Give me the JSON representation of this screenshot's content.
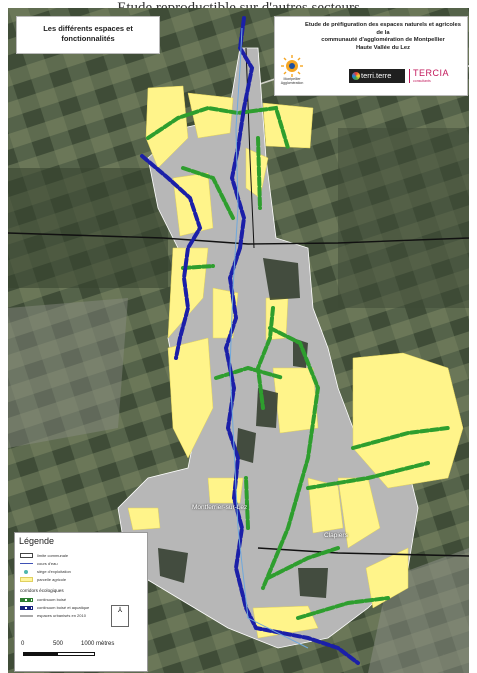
{
  "caption": "Etude reproductible sur d'autres secteurs",
  "title_box": {
    "line1": "Les différents espaces et",
    "line2": "fonctionnalités"
  },
  "study_box": {
    "line1": "Etude de préfiguration des espaces naturels et agricoles de la",
    "line2": "communauté d'agglomération de Montpellier",
    "line3": "Haute Vallée du Lez",
    "logo_montpellier": "Montpellier Agglomération",
    "logo_terri": "terri.terre",
    "logo_tercia": "TERCIA",
    "logo_tercia_sub": "consultants"
  },
  "map_labels": {
    "town1": "Montferrier-sur-Lez",
    "town2": "Clapiers"
  },
  "legend": {
    "title": "Légende",
    "items": [
      {
        "label": "limite communale",
        "color": "#ffffff"
      },
      {
        "label": "cours d'eau",
        "color": "#3f51b5"
      },
      {
        "label": "siège d'exploitation",
        "color": "#4db6ac"
      },
      {
        "label": "parcelle agricole",
        "color": "#fff59d"
      }
    ],
    "section": "corridors écologiques",
    "corridors": [
      {
        "label": "continuum boisé",
        "color": "#2e7d32"
      },
      {
        "label": "continuum boisé et aquatique",
        "color": "#1a237e"
      },
      {
        "label": "espaces urbanisés en 2010",
        "color": "#aaaaaa"
      }
    ],
    "north_symbol": "⅄",
    "scale": {
      "a": "0",
      "b": "500",
      "c": "1000 mètres"
    }
  },
  "colors": {
    "agri": "#fff48a",
    "urban": "#b8b8b8",
    "green_corridor": "#2e9e2e",
    "blue_corridor": "#1b1fa8",
    "terrain": "#4d5b43"
  }
}
